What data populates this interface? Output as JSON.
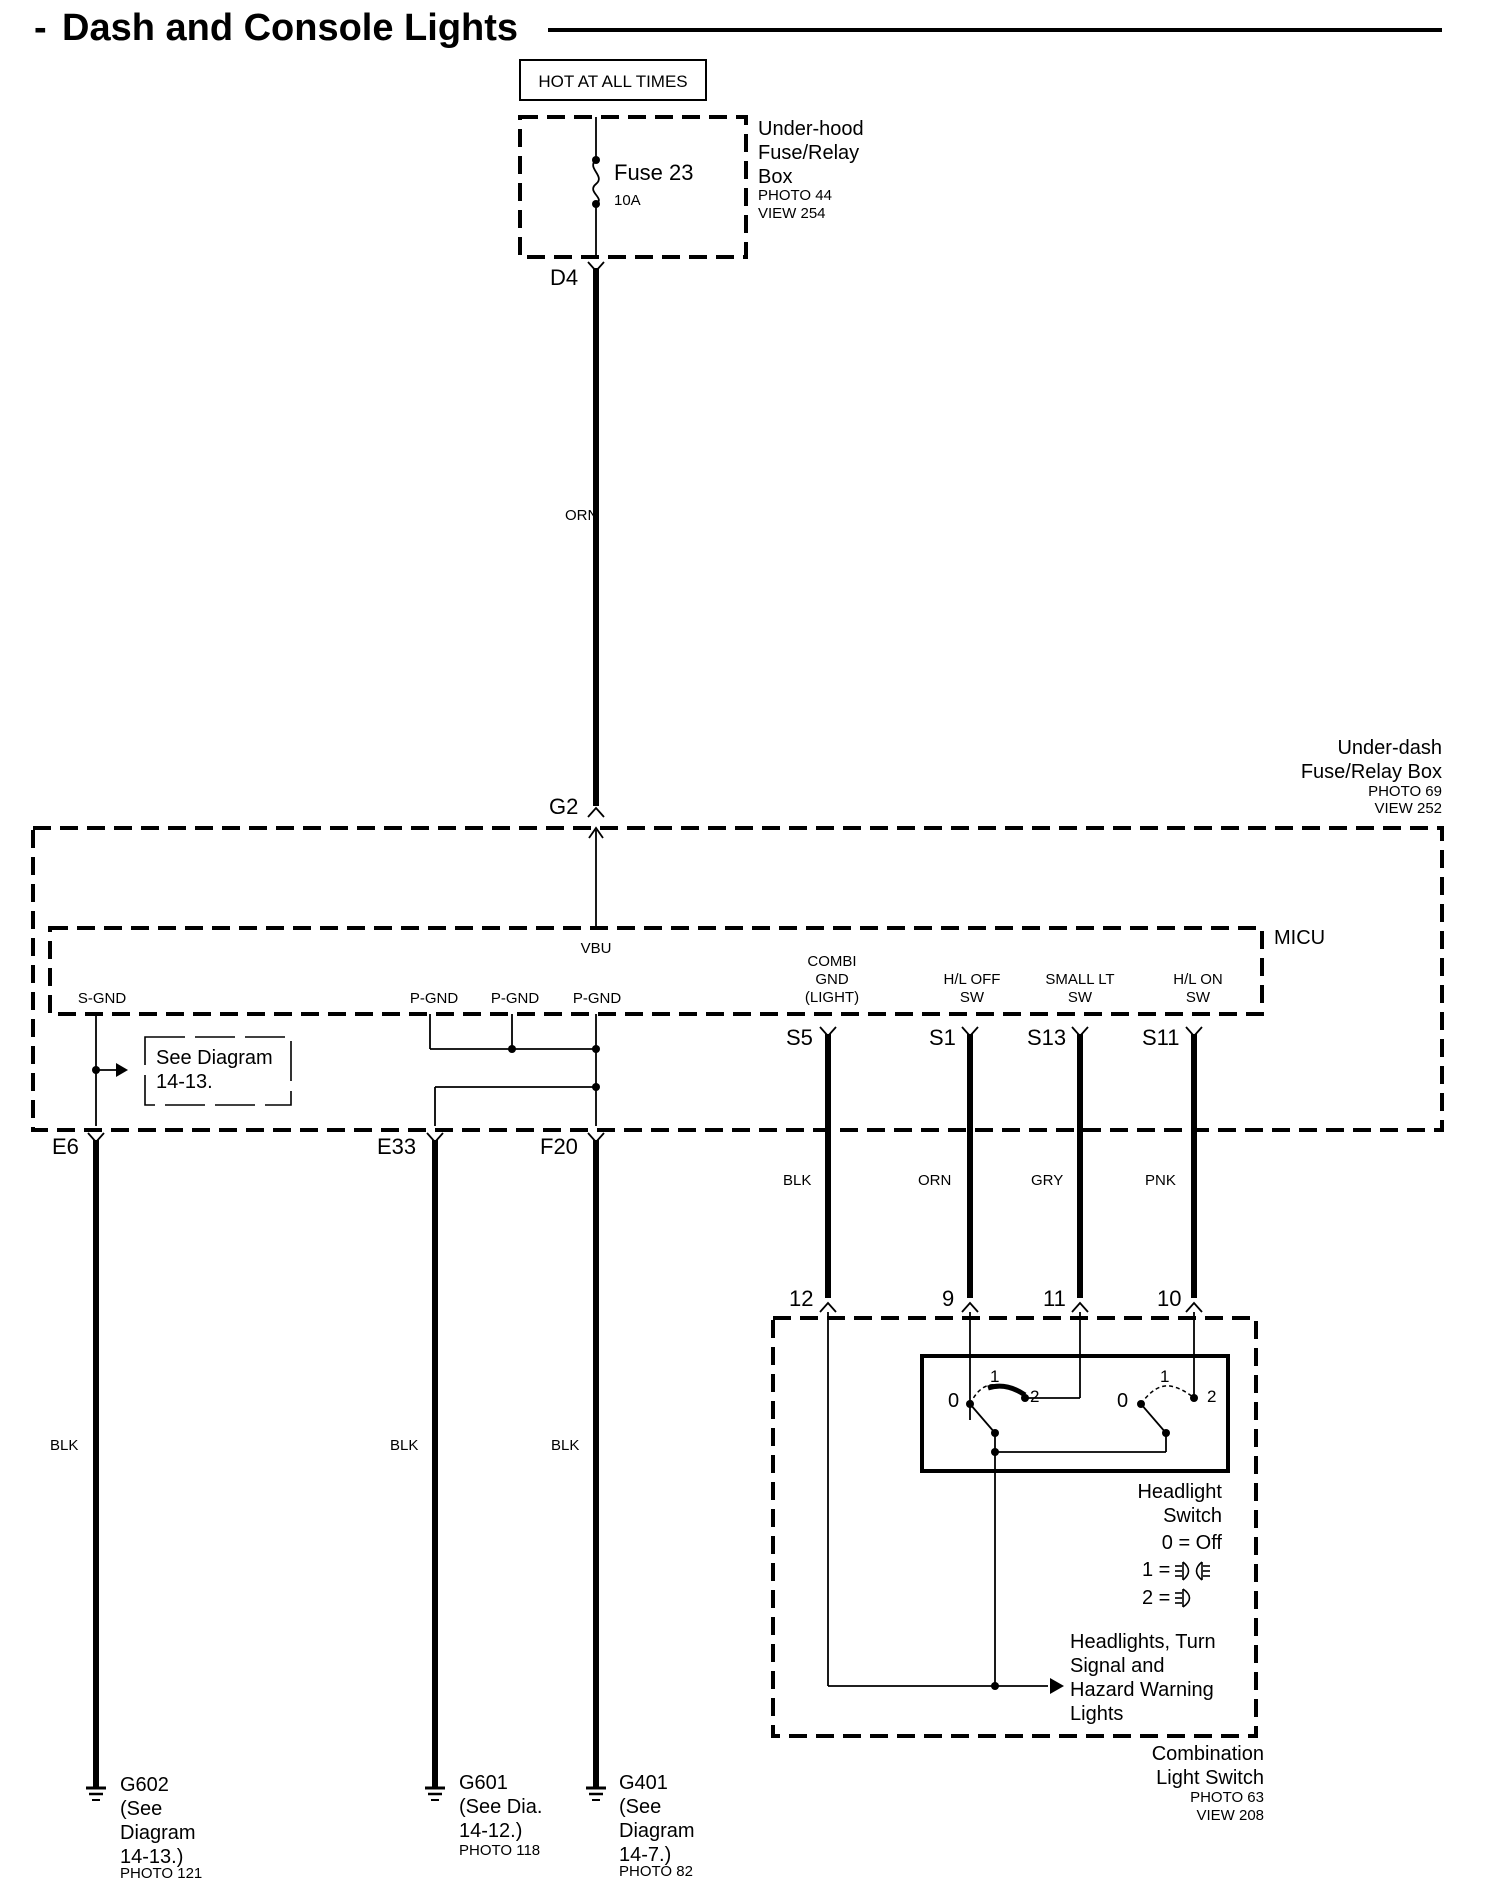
{
  "title": "Dash and Console Lights",
  "hot_label": "HOT AT ALL TIMES",
  "underhood_box": {
    "name_lines": [
      "Under-hood",
      "Fuse/Relay",
      "Box"
    ],
    "photo": "PHOTO 44",
    "view": "VIEW 254",
    "fuse_name": "Fuse 23",
    "fuse_rating": "10A",
    "pin_out": "D4"
  },
  "wire_top": {
    "color": "ORN"
  },
  "underdash_box": {
    "name_lines": [
      "Under-dash",
      "Fuse/Relay Box"
    ],
    "photo": "PHOTO 69",
    "view": "VIEW 252",
    "pin_in": "G2"
  },
  "micu": {
    "label": "MICU",
    "vbu": "VBU",
    "sgnd": "S-GND",
    "pgnd_1": "P-GND",
    "pgnd_2": "P-GND",
    "pgnd_3": "P-GND",
    "combi_lines": [
      "COMBI",
      "GND",
      "(LIGHT)"
    ],
    "hloff_lines": [
      "H/L OFF",
      "SW"
    ],
    "smalllt_lines": [
      "SMALL LT",
      "SW"
    ],
    "hlon_lines": [
      "H/L ON",
      "SW"
    ],
    "see_diagram_lines": [
      "See Diagram",
      "14-13."
    ]
  },
  "pins": {
    "s5": "S5",
    "s1": "S1",
    "s13": "S13",
    "s11": "S11",
    "e6": "E6",
    "e33": "E33",
    "f20": "F20"
  },
  "wires_mid": {
    "s5": "BLK",
    "s1": "ORN",
    "s13": "GRY",
    "s11": "PNK"
  },
  "wires_ground": {
    "e6": "BLK",
    "e33": "BLK",
    "f20": "BLK"
  },
  "switch_pins": {
    "p12": "12",
    "p9": "9",
    "p11": "11",
    "p10": "10"
  },
  "headlight_switch": {
    "name_lines": [
      "Headlight",
      "Switch"
    ],
    "pos0": "0",
    "pos1": "1",
    "pos2": "2",
    "legend_off": "0 = Off",
    "legend_1": "1 =",
    "legend_2": "2 ="
  },
  "lights_note_lines": [
    "Headlights, Turn",
    "Signal and",
    "Hazard Warning",
    "Lights"
  ],
  "combo_switch": {
    "name_lines": [
      "Combination",
      "Light Switch"
    ],
    "photo": "PHOTO 63",
    "view": "VIEW 208"
  },
  "grounds": {
    "g602": {
      "name": "G602",
      "lines": [
        "(See",
        "Diagram",
        "14-13.)"
      ],
      "photo": "PHOTO 121"
    },
    "g601": {
      "name": "G601",
      "lines": [
        "(See Dia.",
        "14-12.)"
      ],
      "photo": "PHOTO 118"
    },
    "g401": {
      "name": "G401",
      "lines": [
        "(See",
        "Diagram",
        "14-7.)"
      ],
      "photo": "PHOTO 82"
    }
  }
}
